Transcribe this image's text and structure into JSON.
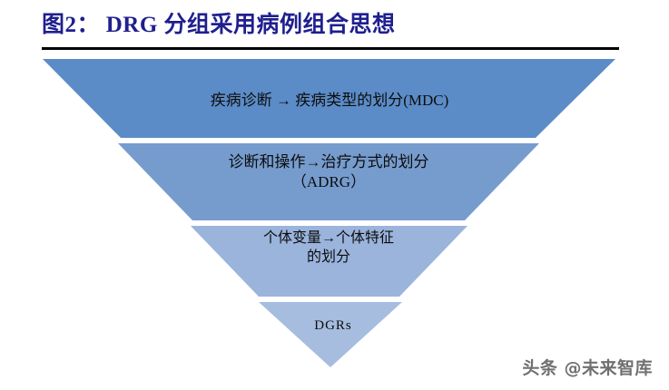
{
  "figure": {
    "title": "图2： DRG 分组采用病例组合思想",
    "title_color": "#1f1f8f",
    "rule_color": "#000000",
    "background": "#ffffff"
  },
  "funnel": {
    "type": "inverted-funnel",
    "layers": [
      {
        "id": "layer-mdc",
        "label": "疾病诊断 → 疾病类型的划分(MDC)",
        "color": "#5b8cc8",
        "order": 1
      },
      {
        "id": "layer-adrg",
        "label": "诊断和操作→治疗方式的划分\n（ADRG）",
        "color": "#769cce",
        "order": 2
      },
      {
        "id": "layer-individual",
        "label": "个体变量→个体特征\n的划分",
        "color": "#9ab4dc",
        "order": 3
      },
      {
        "id": "layer-dgrs",
        "label": "DGRs",
        "color": "#a6bddf",
        "order": 4
      }
    ]
  },
  "watermark": {
    "text": "头条 @未来智库"
  }
}
